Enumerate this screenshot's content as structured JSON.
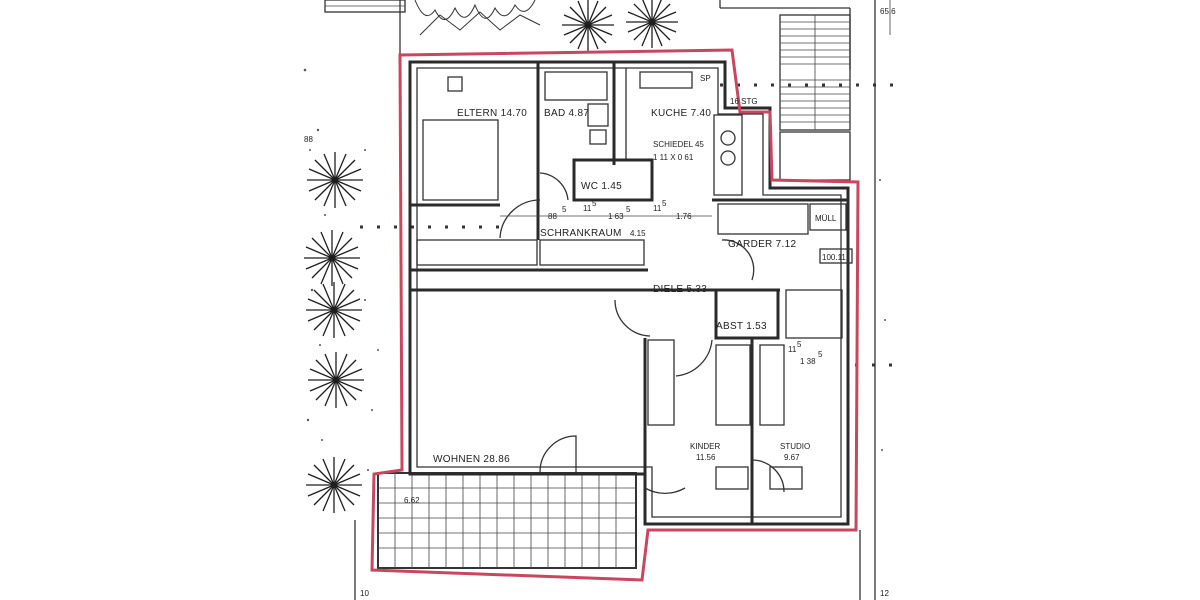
{
  "rooms": {
    "eltern": "ELTERN 14.70",
    "bad": "BAD 4.87",
    "kuche": "KUCHE 7.40",
    "schiedel": "SCHIEDEL 45",
    "schiedel_size": "1 11 X 0 61",
    "wc": "WC 1.45",
    "schrankraum": "SCHRANKRAUM",
    "schrankraum_area": "4.15",
    "garder": "GARDER 7.12",
    "mull": "MÜLL",
    "diele": "DIELE 5.33",
    "abst": "ABST 1.53",
    "wohnen": "WOHNEN 28.86",
    "kinder": "KINDER",
    "kinder_area": "11.56",
    "studio": "STUDIO",
    "studio_area": "9.67",
    "stg": "16 STG",
    "terrace": "6.62"
  },
  "dimensions": {
    "d1": "88",
    "d1_sup": "5",
    "d2": "1 63",
    "d2_sup": "5",
    "d3": "1.76",
    "d4": "11",
    "d4_sup": "5",
    "d5": "11",
    "d5_sup": "5",
    "d6": "1 38",
    "d6_sup": "5",
    "d7": "11",
    "d7_sup": "5",
    "level": "100.11",
    "sp": "SP"
  },
  "margins": {
    "top_right": "65.6",
    "left_top": "88",
    "bottom_left": "10",
    "bottom_right": "12"
  },
  "colors": {
    "outline": "#c8475f",
    "ink": "#2a2a2a"
  }
}
